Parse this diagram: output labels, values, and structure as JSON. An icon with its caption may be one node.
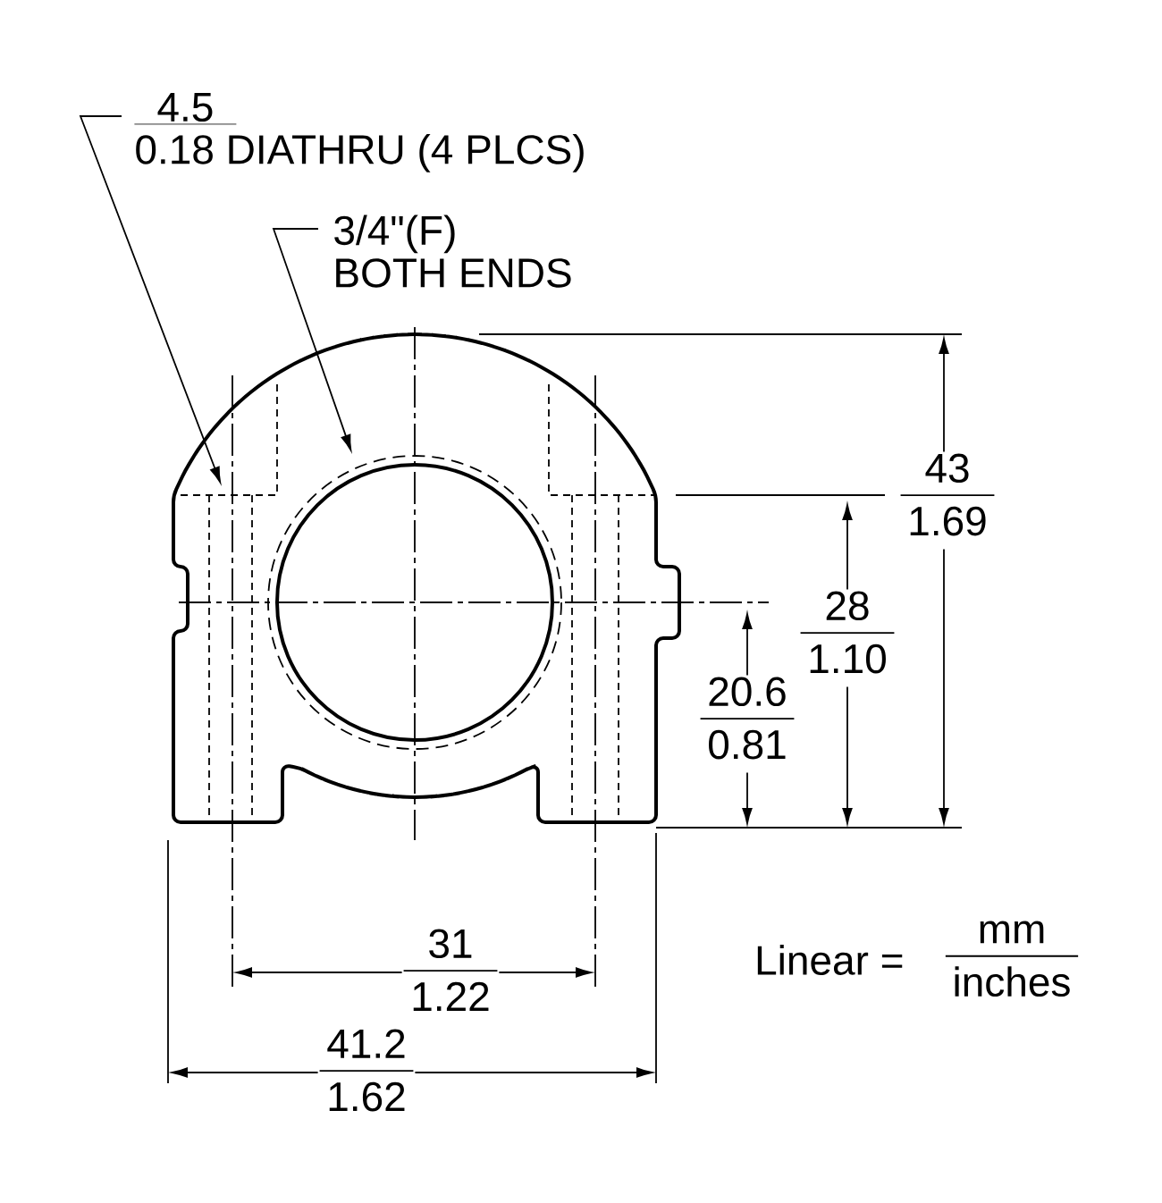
{
  "diagram": {
    "nodes": [
      {
        "text": [
          "4.5",
          "0.18 DIATHRU (4 PLCS)"
        ]
      },
      {
        "text": [
          "3/4\"(F)",
          "BOTH ENDS"
        ]
      }
    ],
    "edges": [
      {
        "from": 0,
        "to": null,
        "arrow": "to"
      },
      {
        "from": 1,
        "to": null,
        "arrow": "to"
      }
    ],
    "labels": [
      "43",
      "1.69",
      "28",
      "1.10",
      "20.6",
      "0.81",
      "31",
      "1.22",
      "Linear =",
      "mm",
      "inches",
      "41.2",
      "1.62"
    ]
  }
}
